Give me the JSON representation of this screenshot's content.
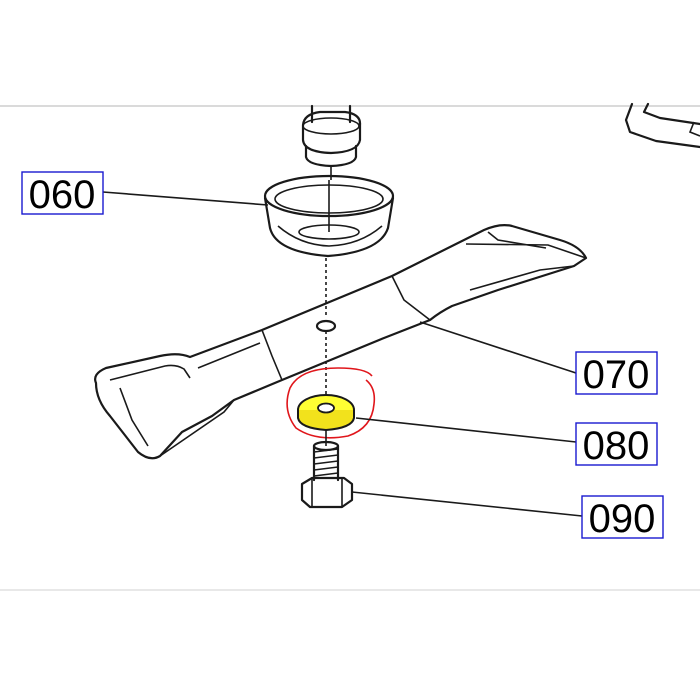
{
  "callouts": [
    {
      "id": "060",
      "text": "060",
      "highlighted": false
    },
    {
      "id": "070",
      "text": "070",
      "highlighted": false
    },
    {
      "id": "080",
      "text": "080",
      "highlighted": true
    },
    {
      "id": "090",
      "text": "090",
      "highlighted": false
    }
  ],
  "colors": {
    "label_border": "#1a1ad0",
    "highlight": "#ffff33",
    "annotation_circle": "#e0161b",
    "linework": "#1a1a1a"
  }
}
